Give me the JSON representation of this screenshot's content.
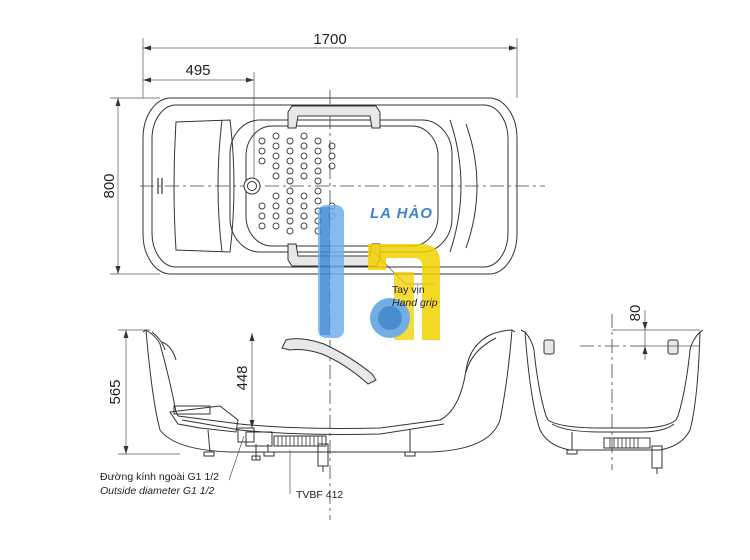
{
  "dimensions": {
    "overall_length": "1700",
    "drain_offset": "495",
    "width": "800",
    "height": "565",
    "water_depth": "448",
    "rim_grip_height": "80"
  },
  "labels": {
    "hand_grip_vi": "Tay vịn",
    "hand_grip_en": "Hand grip",
    "outside_diameter_vi": "Đường kính ngoài G1 1/2",
    "outside_diameter_en": "Outside diameter G1 1/2",
    "drain_model": "TVBF 412"
  },
  "watermark": {
    "text": "LA HÀO",
    "colors": {
      "blue": "#1e6fc0",
      "light_blue": "#5aa0e0",
      "yellow": "#f2d200"
    }
  }
}
